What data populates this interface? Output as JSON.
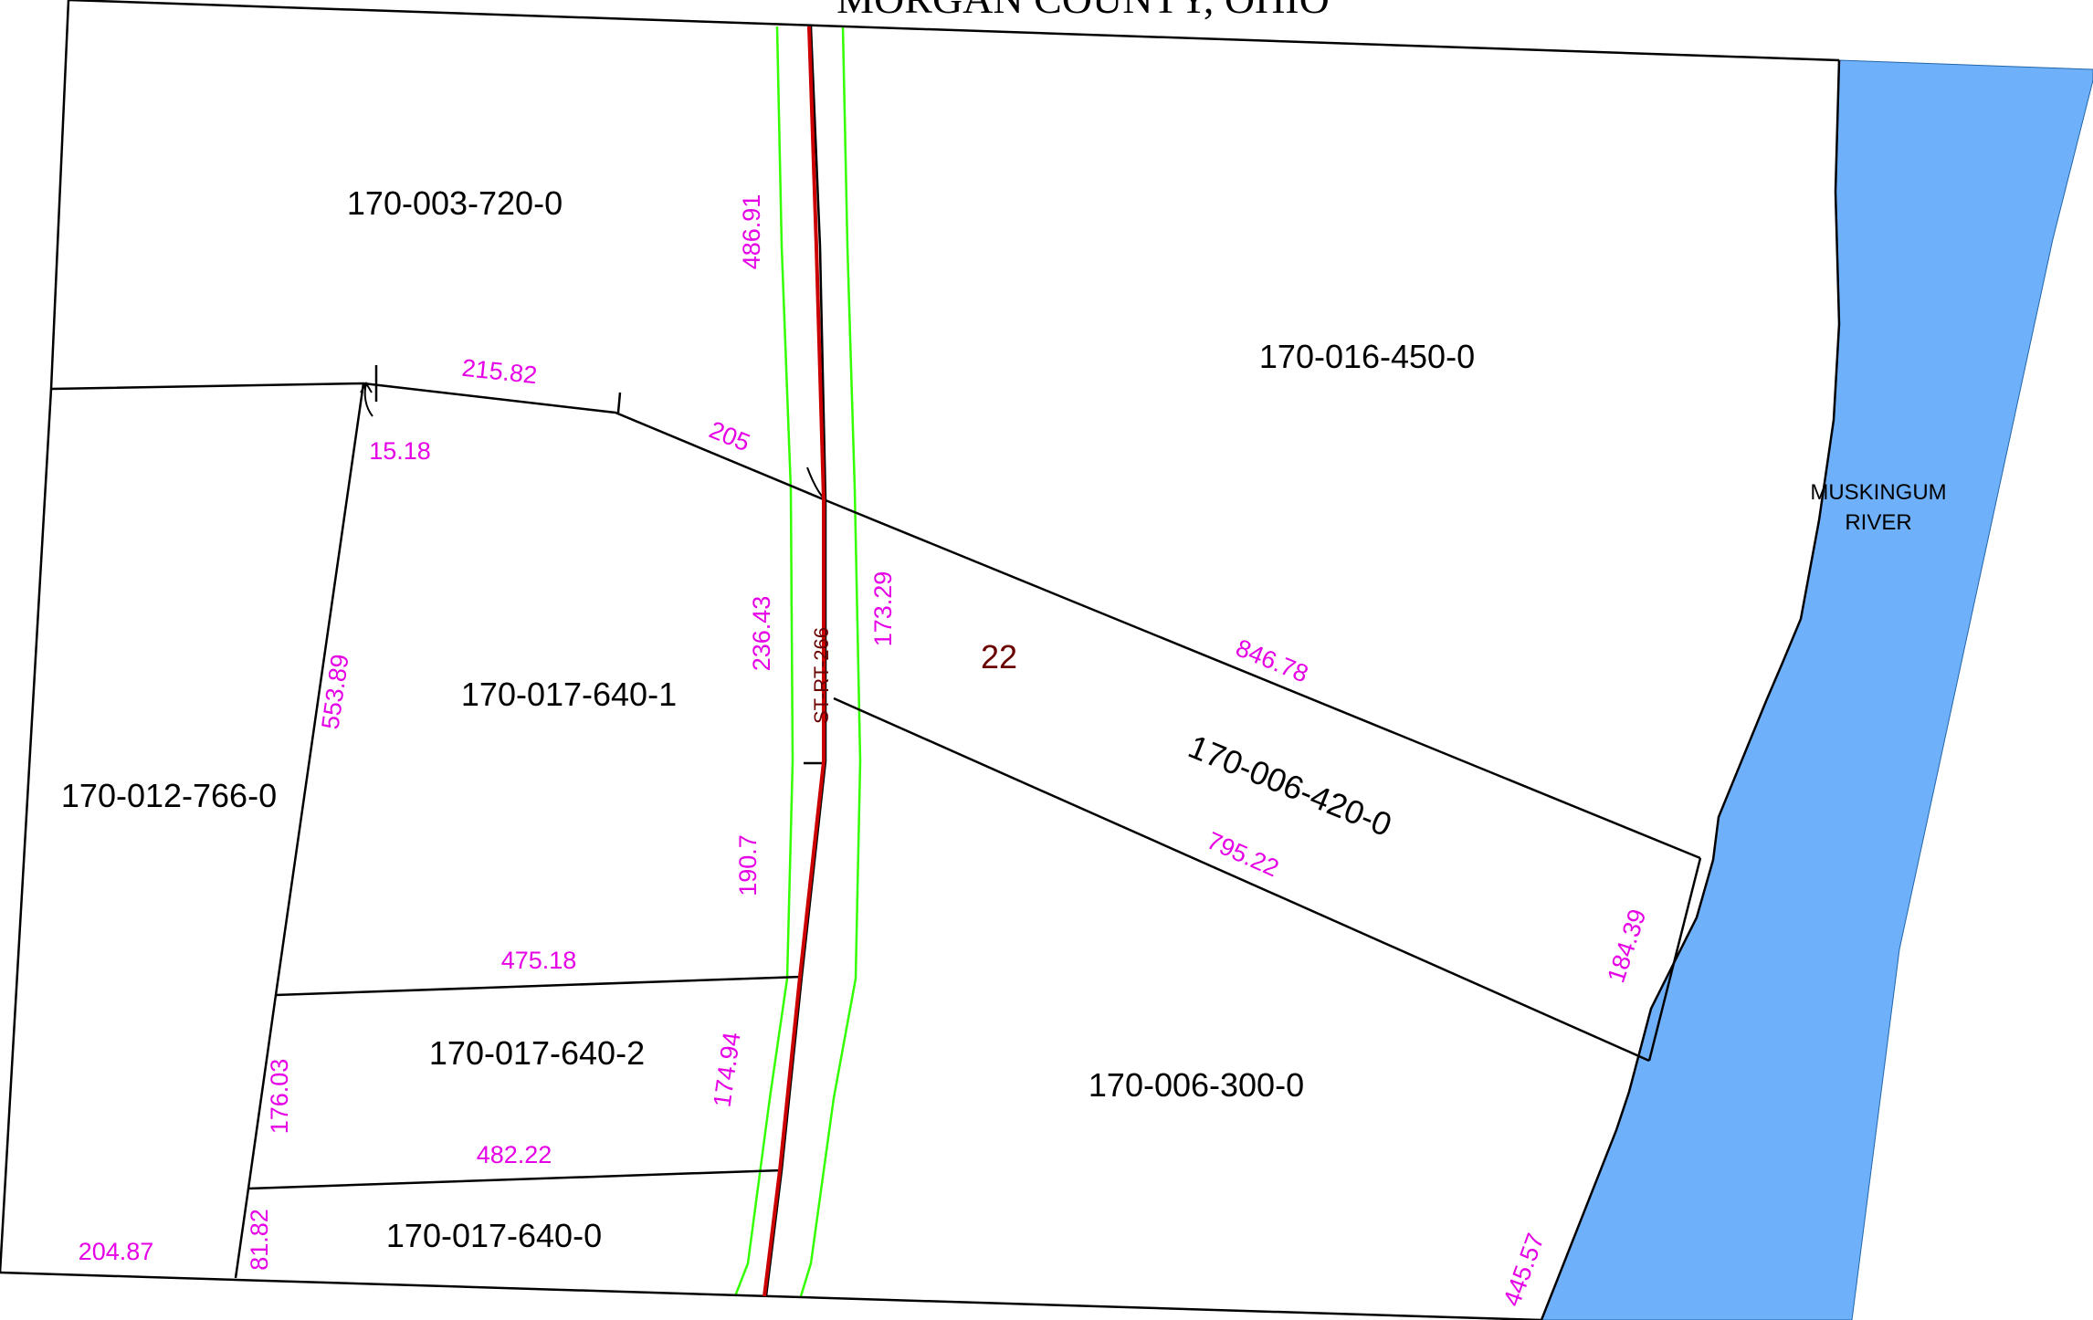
{
  "header": {
    "county_title": "MORGAN COUNTY, OHIO"
  },
  "colors": {
    "dimension": "#e600e6",
    "river": "#6fb0fb",
    "road_center": "#cc0000",
    "right_of_way": "#33ff00",
    "lot_number": "#6b0000"
  },
  "parcels": {
    "p1": "170-003-720-0",
    "p2": "170-016-450-0",
    "p3": "170-017-640-1",
    "p4": "170-012-766-0",
    "p5": "170-006-420-0",
    "p6": "170-017-640-2",
    "p7": "170-006-300-0",
    "p8": "170-017-640-0"
  },
  "dimensions": {
    "d1": "486.91",
    "d2": "215.82",
    "d3": "15.18",
    "d4": "205",
    "d5": "236.43",
    "d6": "173.29",
    "d7": "846.78",
    "d8": "553.89",
    "d9": "795.22",
    "d10": "190.7",
    "d11": "475.18",
    "d12": "184.39",
    "d13": "176.03",
    "d14": "174.94",
    "d15": "482.22",
    "d16": "204.87",
    "d17": "81.82",
    "d18": "445.57"
  },
  "road": {
    "label": "ST-RT-266"
  },
  "lot": {
    "number": "22"
  },
  "river": {
    "line1": "MUSKINGUM",
    "line2": "RIVER"
  }
}
